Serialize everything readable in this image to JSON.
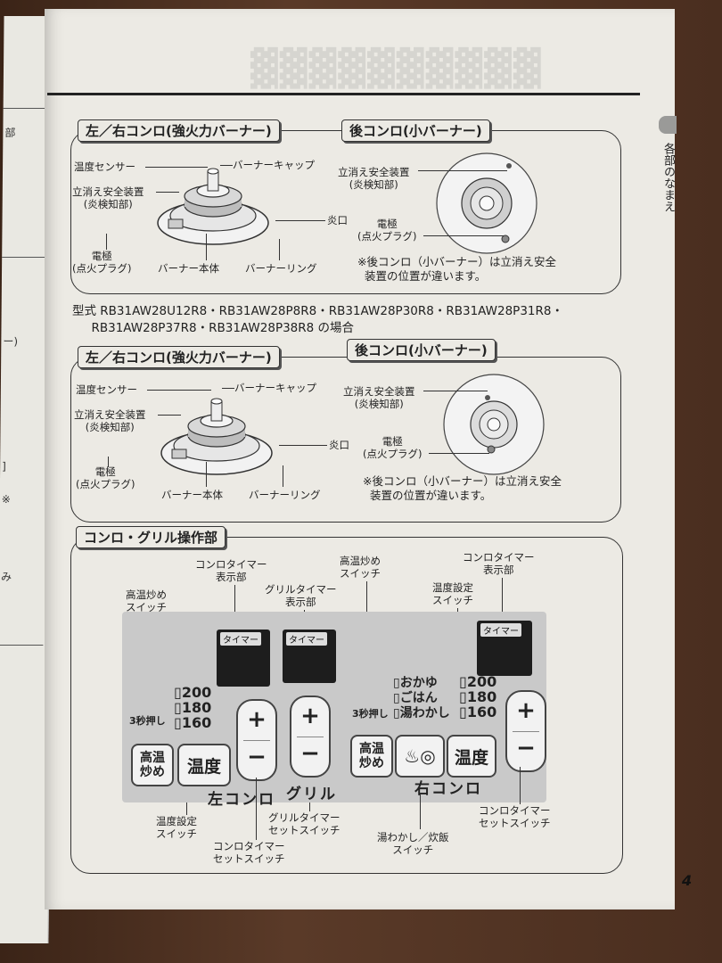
{
  "page_number": "4",
  "side_tab": "各部のなまえ",
  "left_page_marks": [
    "部",
    "ー)",
    "]",
    "※",
    "み"
  ],
  "section1": {
    "left_title": "左／右コンロ(強火力バーナー)",
    "right_title": "後コンロ(小バーナー)",
    "labels": {
      "temp_sensor": "温度センサー",
      "burner_cap": "バーナーキャップ",
      "safety_device": "立消え安全装置",
      "flame_detect": "(炎検知部)",
      "flame_port": "炎口",
      "electrode": "電極",
      "ignition_plug": "(点火プラグ)",
      "burner_body": "バーナー本体",
      "burner_ring": "バーナーリング"
    },
    "note_line1": "※後コンロ（小バーナー）は立消え安全",
    "note_line2": "装置の位置が違います。"
  },
  "model_line1": "型式 RB31AW28U12R8・RB31AW28P8R8・RB31AW28P30R8・RB31AW28P31R8・",
  "model_line2": "RB31AW28P37R8・RB31AW28P38R8 の場合",
  "section2": {
    "left_title": "左／右コンロ(強火力バーナー)",
    "right_title": "後コンロ(小バーナー)"
  },
  "section3": {
    "title": "コンロ・グリル操作部",
    "labels": {
      "high_temp_switch_l1": "高温炒め",
      "high_temp_switch_l2": "スイッチ",
      "stove_timer_disp_l1": "コンロタイマー",
      "stove_timer_disp_l2": "表示部",
      "grill_timer_disp_l1": "グリルタイマー",
      "grill_timer_disp_l2": "表示部",
      "temp_set_switch_l1": "温度設定",
      "temp_set_switch_l2": "スイッチ",
      "stove_timer_set_l1": "コンロタイマー",
      "stove_timer_set_l2": "セットスイッチ",
      "grill_timer_set_l1": "グリルタイマー",
      "grill_timer_set_l2": "セットスイッチ",
      "kettle_rice_l1": "湯わかし／炊飯",
      "kettle_rice_l2": "スイッチ"
    },
    "panel": {
      "timer_tag": "タイマー",
      "temps": [
        "200",
        "180",
        "160"
      ],
      "modes": [
        "おかゆ",
        "ごはん",
        "湯わかし"
      ],
      "press3": "3秒押し",
      "btn_high_l1": "高温",
      "btn_high_l2": "炒め",
      "btn_temp": "温度",
      "plus": "+",
      "minus": "−",
      "zone_left": "左コンロ",
      "zone_grill": "グリル",
      "zone_right": "右コンロ"
    }
  }
}
